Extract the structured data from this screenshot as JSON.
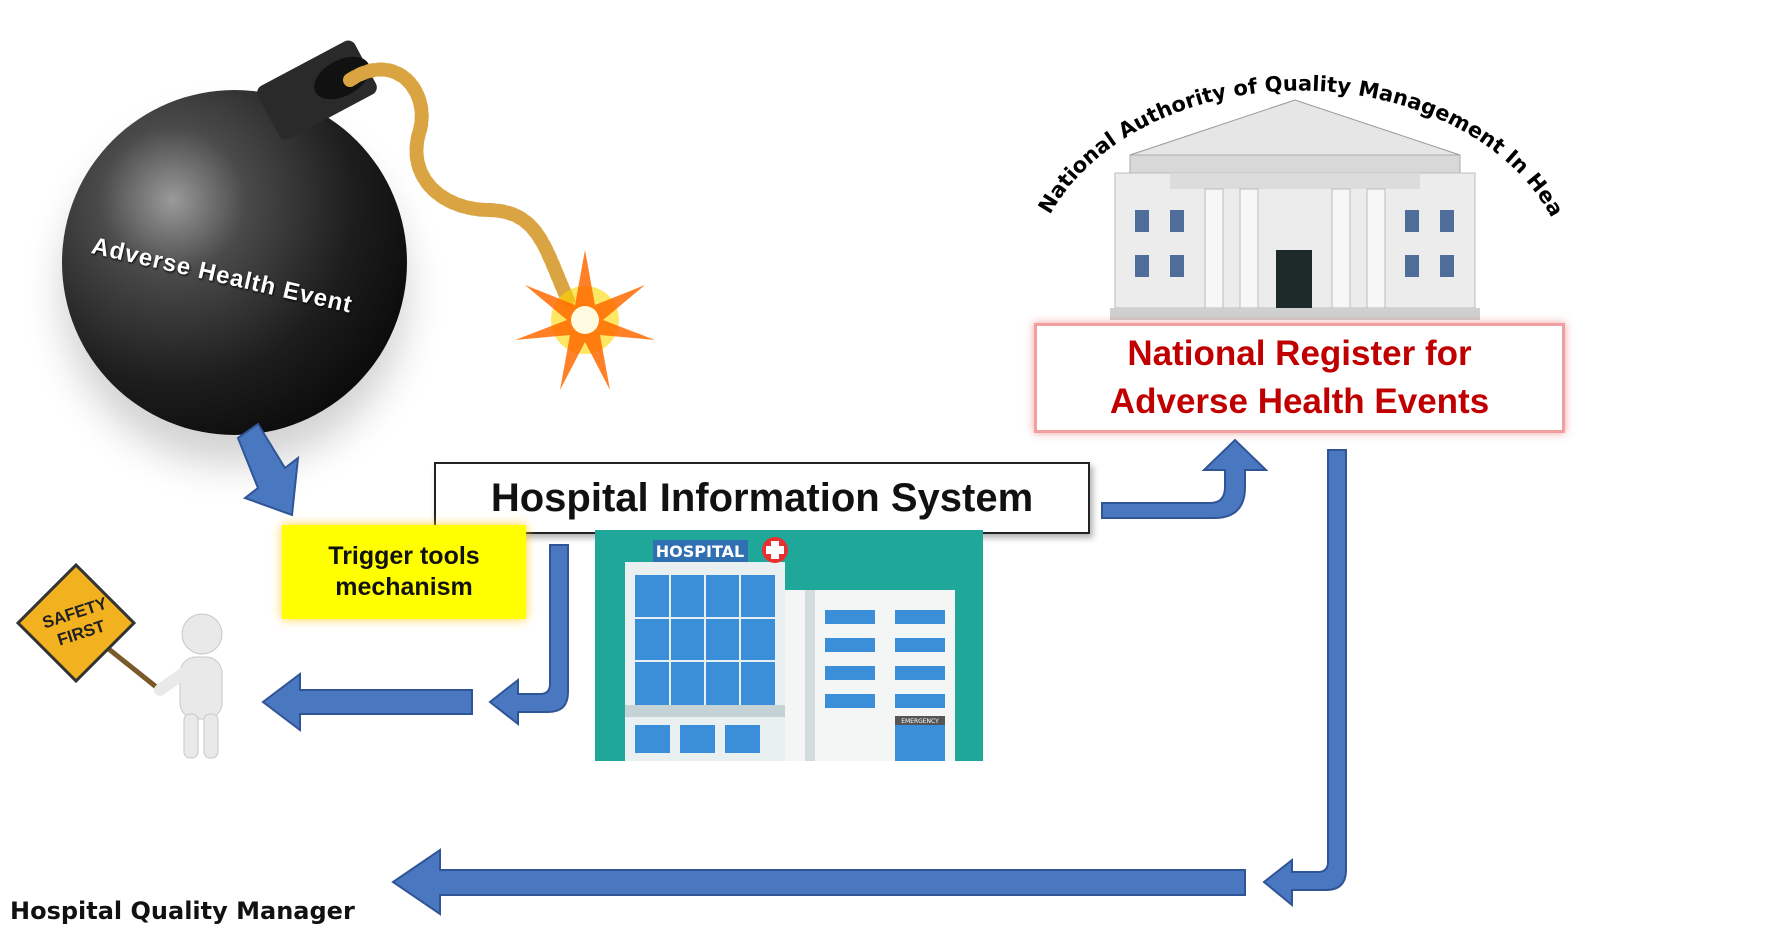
{
  "bomb": {
    "label": "Adverse Health Event"
  },
  "authority": {
    "arc_text": "National Authority of Quality Management In Healthcare"
  },
  "register": {
    "line1": "National Register for",
    "line2": "Adverse Health Events"
  },
  "his": {
    "label": "Hospital Information System"
  },
  "trigger": {
    "line1": "Trigger tools",
    "line2": "mechanism"
  },
  "hospital": {
    "sign": "HOSPITAL",
    "emergency": "EMERGENCY"
  },
  "safety_sign": {
    "line1": "SAFETY",
    "line2": "FIRST"
  },
  "manager": {
    "label": "Hospital Quality Manager"
  },
  "colors": {
    "arrow_fill": "#4a78c0",
    "arrow_stroke": "#2f5597",
    "register_text": "#c00000",
    "trigger_bg": "#ffff00",
    "hospital_bg": "#1fa89a"
  }
}
